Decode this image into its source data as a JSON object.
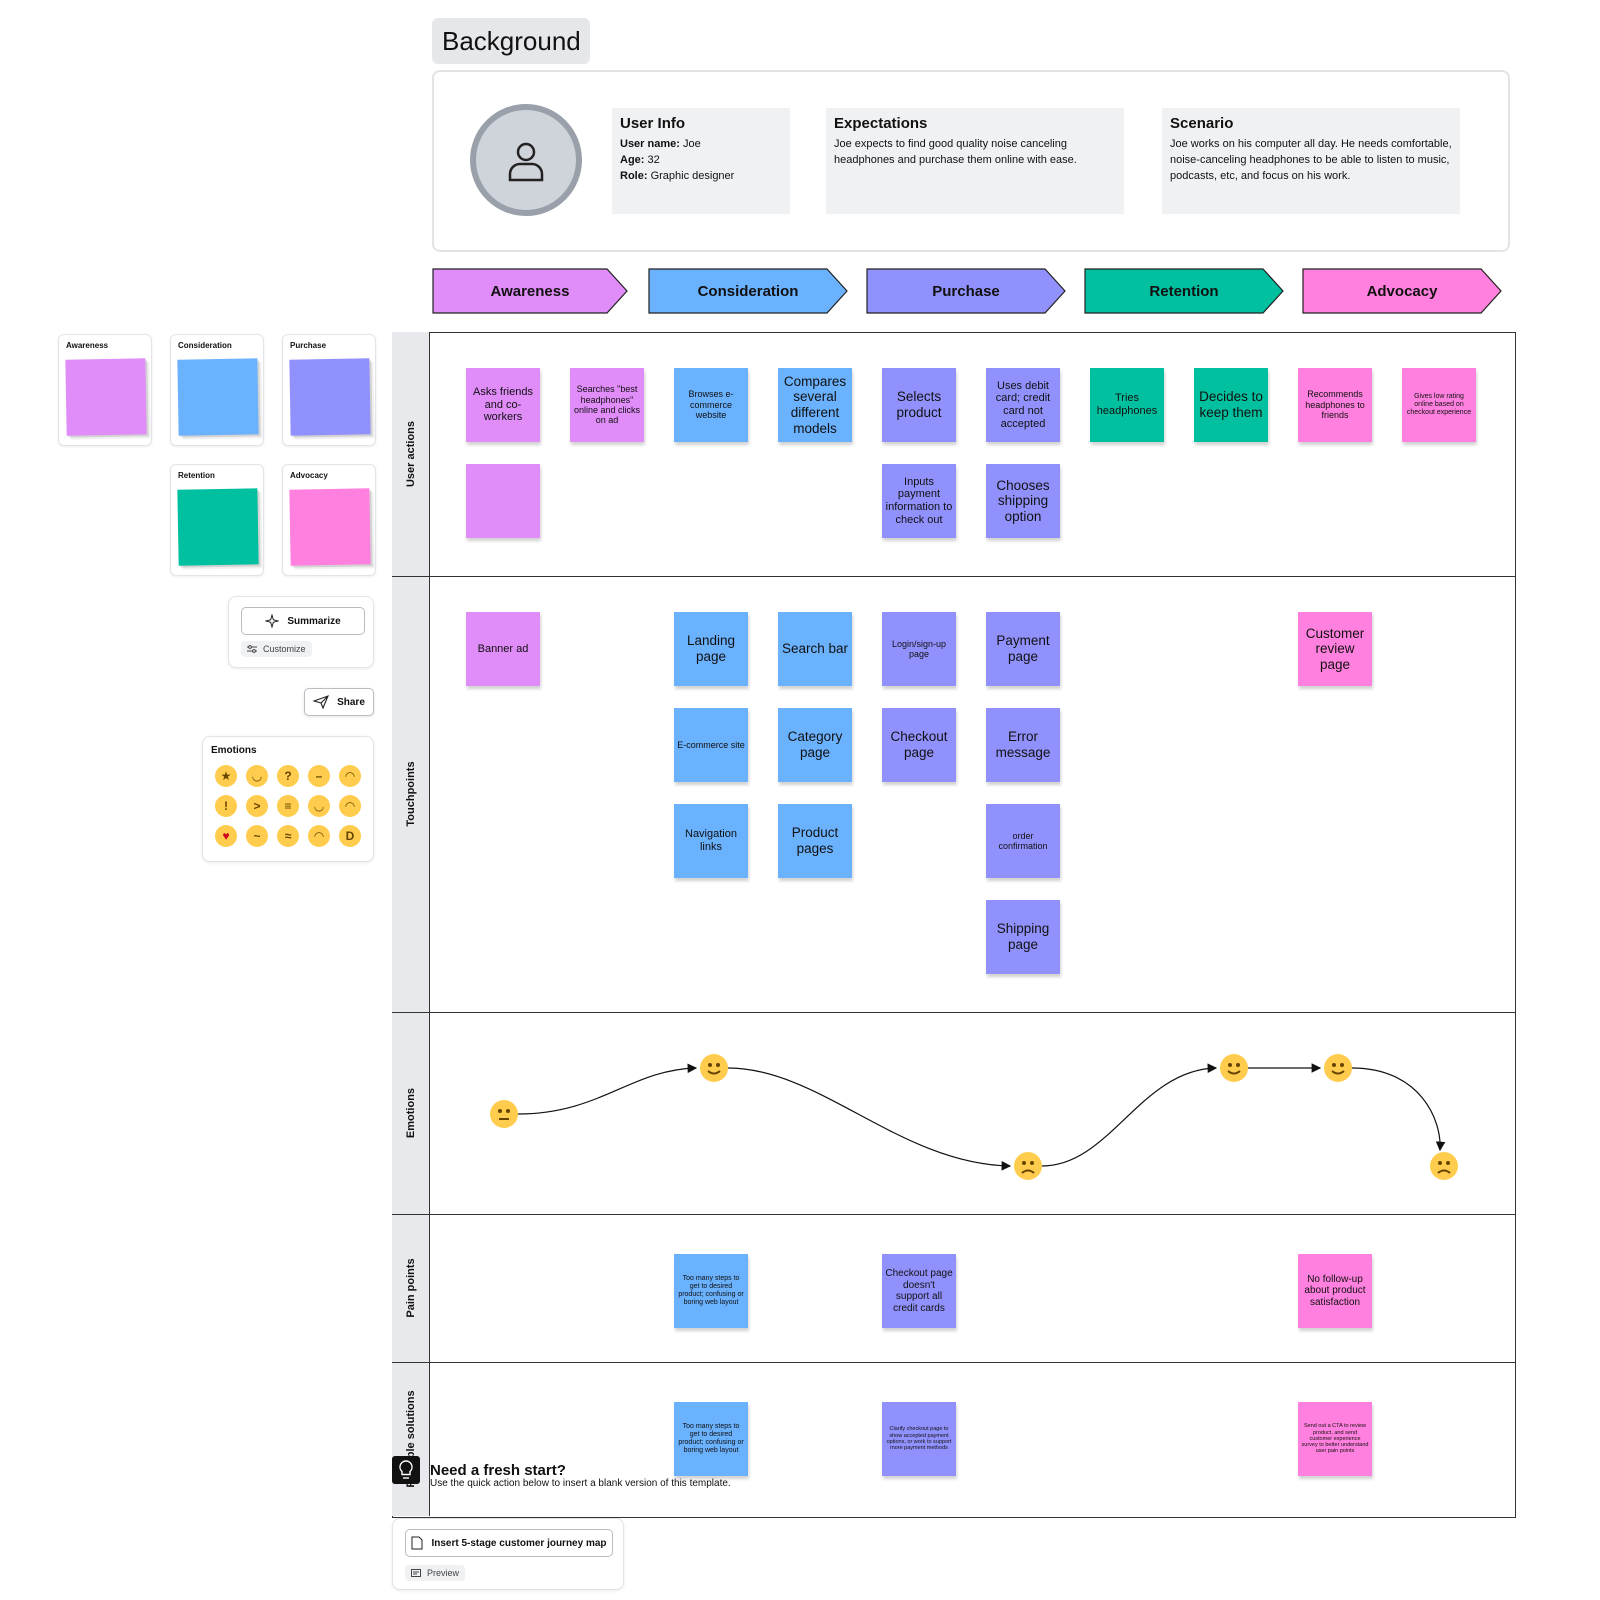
{
  "background": {
    "title": "Background",
    "user_info": {
      "heading": "User Info",
      "name_label": "User name:",
      "name": "Joe",
      "age_label": "Age:",
      "age": "32",
      "role_label": "Role:",
      "role": "Graphic designer"
    },
    "expectations": {
      "heading": "Expectations",
      "text": "Joe expects to find good quality noise canceling headphones and purchase them online with ease."
    },
    "scenario": {
      "heading": "Scenario",
      "text": "Joe works on his computer all day. He needs comfortable, noise-canceling headphones to be able to listen to music, podcasts, etc, and focus on his work."
    }
  },
  "stages": [
    {
      "label": "Awareness",
      "color": "#e08cf9"
    },
    {
      "label": "Consideration",
      "color": "#6ab1fe"
    },
    {
      "label": "Purchase",
      "color": "#9191fd"
    },
    {
      "label": "Retention",
      "color": "#00c09f"
    },
    {
      "label": "Advocacy",
      "color": "#ff80de"
    }
  ],
  "pads": [
    "Awareness",
    "Consideration",
    "Purchase",
    "Retention",
    "Advocacy"
  ],
  "actions": {
    "summarize": "Summarize",
    "customize": "Customize",
    "share": "Share"
  },
  "emotions_panel": {
    "title": "Emotions"
  },
  "rows": [
    "User actions",
    "Touchpoints",
    "Emotions",
    "Pain points",
    "Possible solutions"
  ],
  "user_actions": [
    "Asks friends and co-workers",
    "Searches \"best headphones\" online and clicks on ad",
    "Browses e-commerce website",
    "Compares several different models",
    "Selects product",
    "Uses debit card; credit card not accepted",
    "Tries headphones",
    "Decides to keep them",
    "Recommends headphones to friends",
    "Gives low rating online based on checkout experience",
    "",
    "Inputs payment information to check out",
    "Chooses shipping option"
  ],
  "touchpoints": [
    "Banner ad",
    "Landing page",
    "Search bar",
    "Login/sign-up page",
    "Payment page",
    "Customer review page",
    "E-commerce site",
    "Category page",
    "Checkout page",
    "Error message",
    "Navigation links",
    "Product pages",
    "order confirmation",
    "Shipping page"
  ],
  "pain_points": [
    "Too many steps to get to desired product; confusing or boring web layout",
    "Checkout page doesn't support all credit cards",
    "No follow-up about product satisfaction"
  ],
  "solutions": [
    "Too many steps to get to desired product; confusing or boring web layout",
    "Clarify checkout page to show accepted payment options, or work to support more payment methods",
    "Send out a CTA to review product, and send customer experience survey to better understand user pain points"
  ],
  "fresh_start": {
    "title": "Need a fresh start?",
    "text": "Use the quick action below to insert a blank version of this template.",
    "button": "Insert 5-stage customer journey map",
    "preview": "Preview"
  },
  "icons": [
    "user-icon",
    "sparkle-icon",
    "sliders-icon",
    "send-icon",
    "lightbulb-icon",
    "document-icon",
    "preview-icon"
  ]
}
